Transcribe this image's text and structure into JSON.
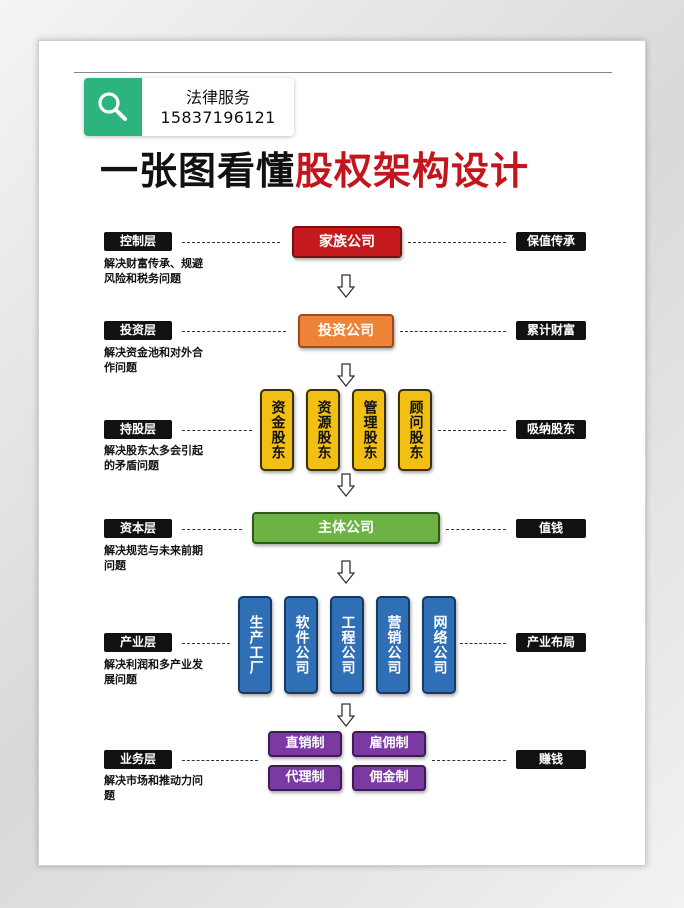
{
  "search": {
    "service": "法律服务",
    "phone": "15837196121"
  },
  "title": {
    "part1": "一张图看懂",
    "part2": "股权架构设计"
  },
  "layers": [
    {
      "label": "控制层",
      "desc": [
        "解决财富传承、规避",
        "风险和税务问题"
      ],
      "right": "保值传承"
    },
    {
      "label": "投资层",
      "desc": [
        "解决资金池和对外合",
        "作问题"
      ],
      "right": "累计财富"
    },
    {
      "label": "持股层",
      "desc": [
        "解决股东太多会引起",
        "的矛盾问题"
      ],
      "right": "吸纳股东"
    },
    {
      "label": "资本层",
      "desc": [
        "解决规范与未来前期",
        "问题"
      ],
      "right": "值钱"
    },
    {
      "label": "产业层",
      "desc": [
        "解决利润和多产业发",
        "展问题"
      ],
      "right": "产业布局"
    },
    {
      "label": "业务层",
      "desc": [
        "解决市场和推动力问",
        "题"
      ],
      "right": "赚钱"
    }
  ],
  "nodes": {
    "family": "家族公司",
    "invest": "投资公司",
    "holders": [
      "资金股东",
      "资源股东",
      "管理股东",
      "顾问股东"
    ],
    "main": "主体公司",
    "industry": [
      "生产工厂",
      "软件公司",
      "工程公司",
      "营销公司",
      "网络公司"
    ],
    "business": [
      "直销制",
      "雇佣制",
      "代理制",
      "佣金制"
    ]
  },
  "colors": {
    "red": "#c51a1d",
    "orange": "#ee8338",
    "yellow": "#f2c014",
    "green": "#6db245",
    "blue": "#2f6fb5",
    "purple": "#7a3aa1",
    "search_green": "#2db37e"
  },
  "icons": [
    "search-icon",
    "arrow-down-icon"
  ]
}
